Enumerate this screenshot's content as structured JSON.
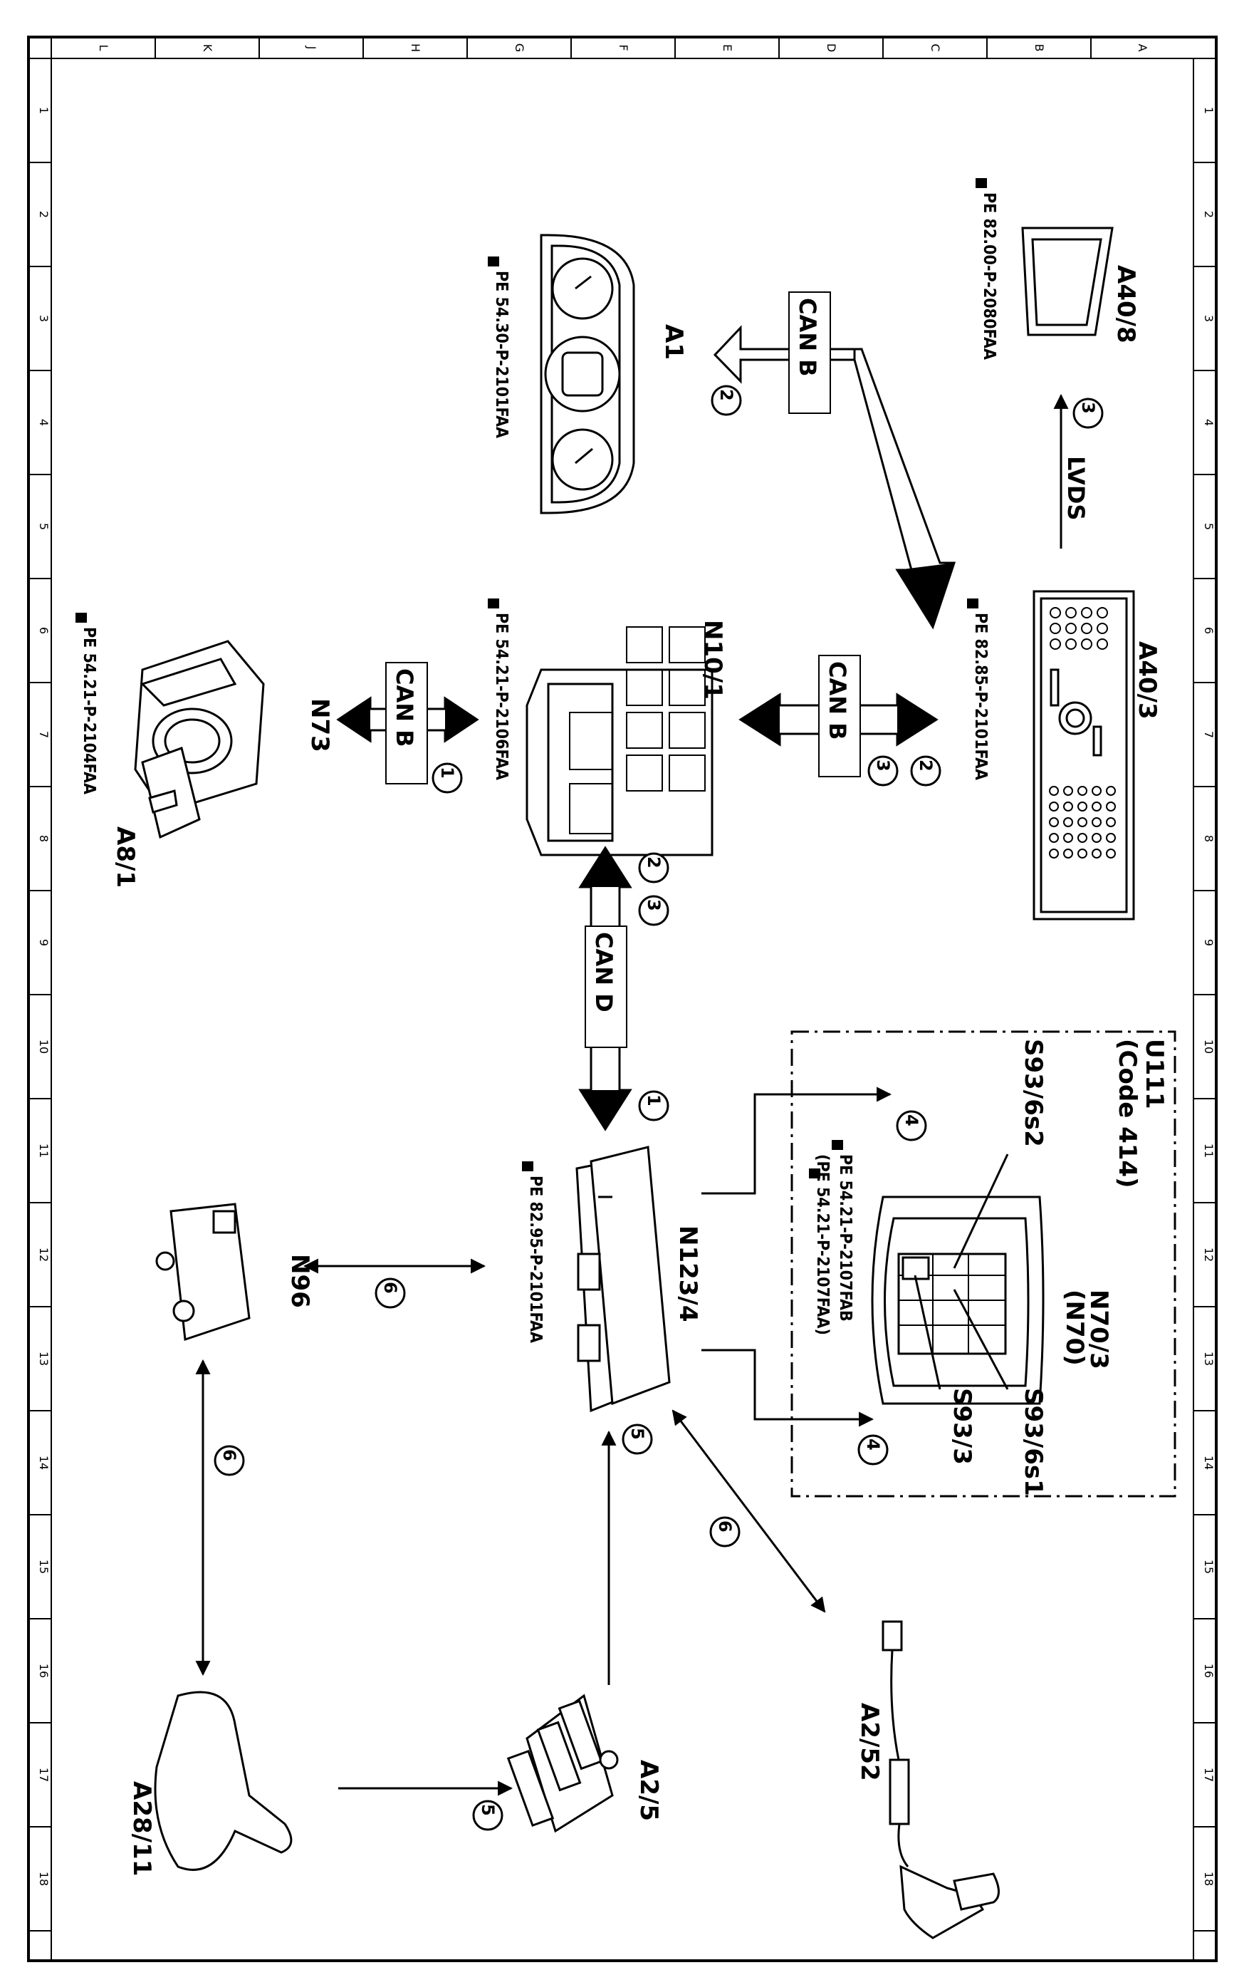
{
  "grid": {
    "columns": [
      "L",
      "K",
      "J",
      "H",
      "G",
      "F",
      "E",
      "D",
      "C",
      "B",
      "A"
    ],
    "rows": [
      "1",
      "2",
      "3",
      "4",
      "5",
      "6",
      "7",
      "8",
      "9",
      "10",
      "11",
      "12",
      "13",
      "14",
      "15",
      "16",
      "17",
      "18"
    ]
  },
  "components": {
    "A40_8": {
      "label": "A40/8",
      "ref": "PE 82.00-P-2080FAA"
    },
    "A1": {
      "label": "A1",
      "ref": "PE 54.30-P-2101FAA"
    },
    "A40_3": {
      "label": "A40/3",
      "ref": "PE 82.85-P-2101FAA"
    },
    "N10_1": {
      "label": "N10/1",
      "ref": "PE 54.21-P-2106FAA"
    },
    "N73": {
      "label": "N73",
      "sub": "A8/1",
      "ref": "PE 54.21-P-2104FAA"
    },
    "N123_4": {
      "label": "N123/4",
      "ref": "PE 82.95-P-2101FAA"
    },
    "N70_3": {
      "label": "N70/3",
      "sub": "(N70)",
      "ref1": "PE 54.21-P-2107FAB",
      "ref2": "(PE 54.21-P-2107FAA)"
    },
    "S93_6s2": {
      "label": "S93/6s2"
    },
    "S93_6s1": {
      "label": "S93/6s1"
    },
    "S93_3": {
      "label": "S93/3"
    },
    "U111": {
      "label": "U111",
      "sub": "(Code 414)"
    },
    "N96": {
      "label": "N96"
    },
    "A28_11": {
      "label": "A28/11"
    },
    "A2_5": {
      "label": "A2/5"
    },
    "A2_52": {
      "label": "A2/52"
    }
  },
  "buses": {
    "can_b_top": "CAN B",
    "lvds": "LVDS",
    "can_b_mid": "CAN B",
    "can_b_left": "CAN B",
    "can_d": "CAN D"
  },
  "numbers": {
    "n2_a1": "2",
    "n3_lvds": "3",
    "n2_mid": "2",
    "n3_mid": "3",
    "n1_left": "1",
    "n2_cand": "2",
    "n3_cand": "3",
    "n1_cand": "1",
    "n4_top": "4",
    "n4_bot": "4",
    "n6_n96": "6",
    "n6_left": "6",
    "n5_a25": "5",
    "n5_a2811": "5",
    "n6_a252": "6"
  }
}
